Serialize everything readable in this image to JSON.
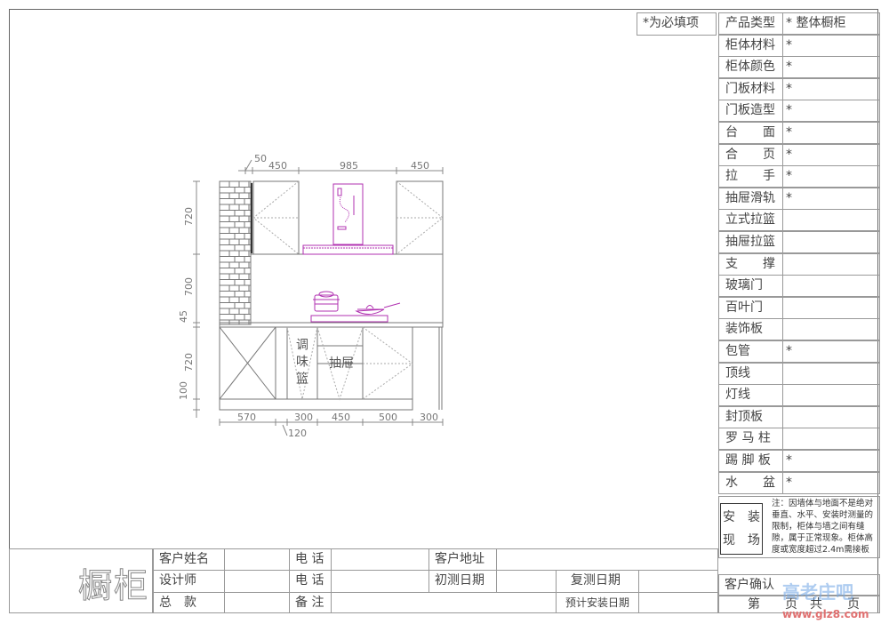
{
  "required_note": "*为必填项",
  "spec_rows": [
    {
      "label": "产品类型",
      "value": "* 整体橱柜"
    },
    {
      "label": "柜体材料",
      "value": "*"
    },
    {
      "label": "柜体颜色",
      "value": "*"
    },
    {
      "label": "门板材料",
      "value": "*"
    },
    {
      "label": "门板造型",
      "value": "*"
    },
    {
      "label": "台　　面",
      "value": "*"
    },
    {
      "label": "合　　页",
      "value": "*"
    },
    {
      "label": "拉　　手",
      "value": "*"
    },
    {
      "label": "抽屉滑轨",
      "value": "*"
    },
    {
      "label": "立式拉篮",
      "value": ""
    },
    {
      "label": "抽屉拉篮",
      "value": ""
    },
    {
      "label": "支　　撑",
      "value": ""
    },
    {
      "label": "玻璃门",
      "value": ""
    },
    {
      "label": "百叶门",
      "value": ""
    },
    {
      "label": "装饰板",
      "value": ""
    },
    {
      "label": "包管",
      "value": "*"
    },
    {
      "label": "顶线",
      "value": ""
    },
    {
      "label": "灯线",
      "value": ""
    },
    {
      "label": "封顶板",
      "value": ""
    },
    {
      "label": "罗 马 柱",
      "value": ""
    },
    {
      "label": "踢 脚 板",
      "value": "*"
    },
    {
      "label": "水　　盆",
      "value": "*"
    }
  ],
  "install_box": {
    "line1": "安　装",
    "line2": "现　场"
  },
  "install_note": "注：因墙体与地面不是绝对垂直、水平、安装时测量的限制，柜体与墙之间有缝隙，属于正常现象。柜体高度或宽度超过2.4m需接板",
  "customer_confirm": "客户确认",
  "page_label": "第　　页　共　　页",
  "watermark": {
    "text": "高老庄吧",
    "url": "www.glz8.com"
  },
  "title_block": {
    "big_title": "橱柜",
    "customer_name": "客户姓名",
    "phone1": "电 话",
    "address": "客户地址",
    "designer": "设计师",
    "phone2": "电 话",
    "first_measure": "初测日期",
    "re_measure": "复测日期",
    "total": "总　款",
    "remarks": "备 注",
    "install_date": "预计安装日期"
  },
  "drawing": {
    "top_dims": [
      "50",
      "450",
      "985",
      "450"
    ],
    "left_dims": [
      "720",
      "700",
      "45",
      "720",
      "100"
    ],
    "bottom_dims": [
      "570",
      "300",
      "450",
      "500",
      "300",
      "120"
    ],
    "labels": {
      "spice_basket": "调味篮",
      "drawer": "抽屉"
    },
    "appliance_color": "#b030b0"
  }
}
